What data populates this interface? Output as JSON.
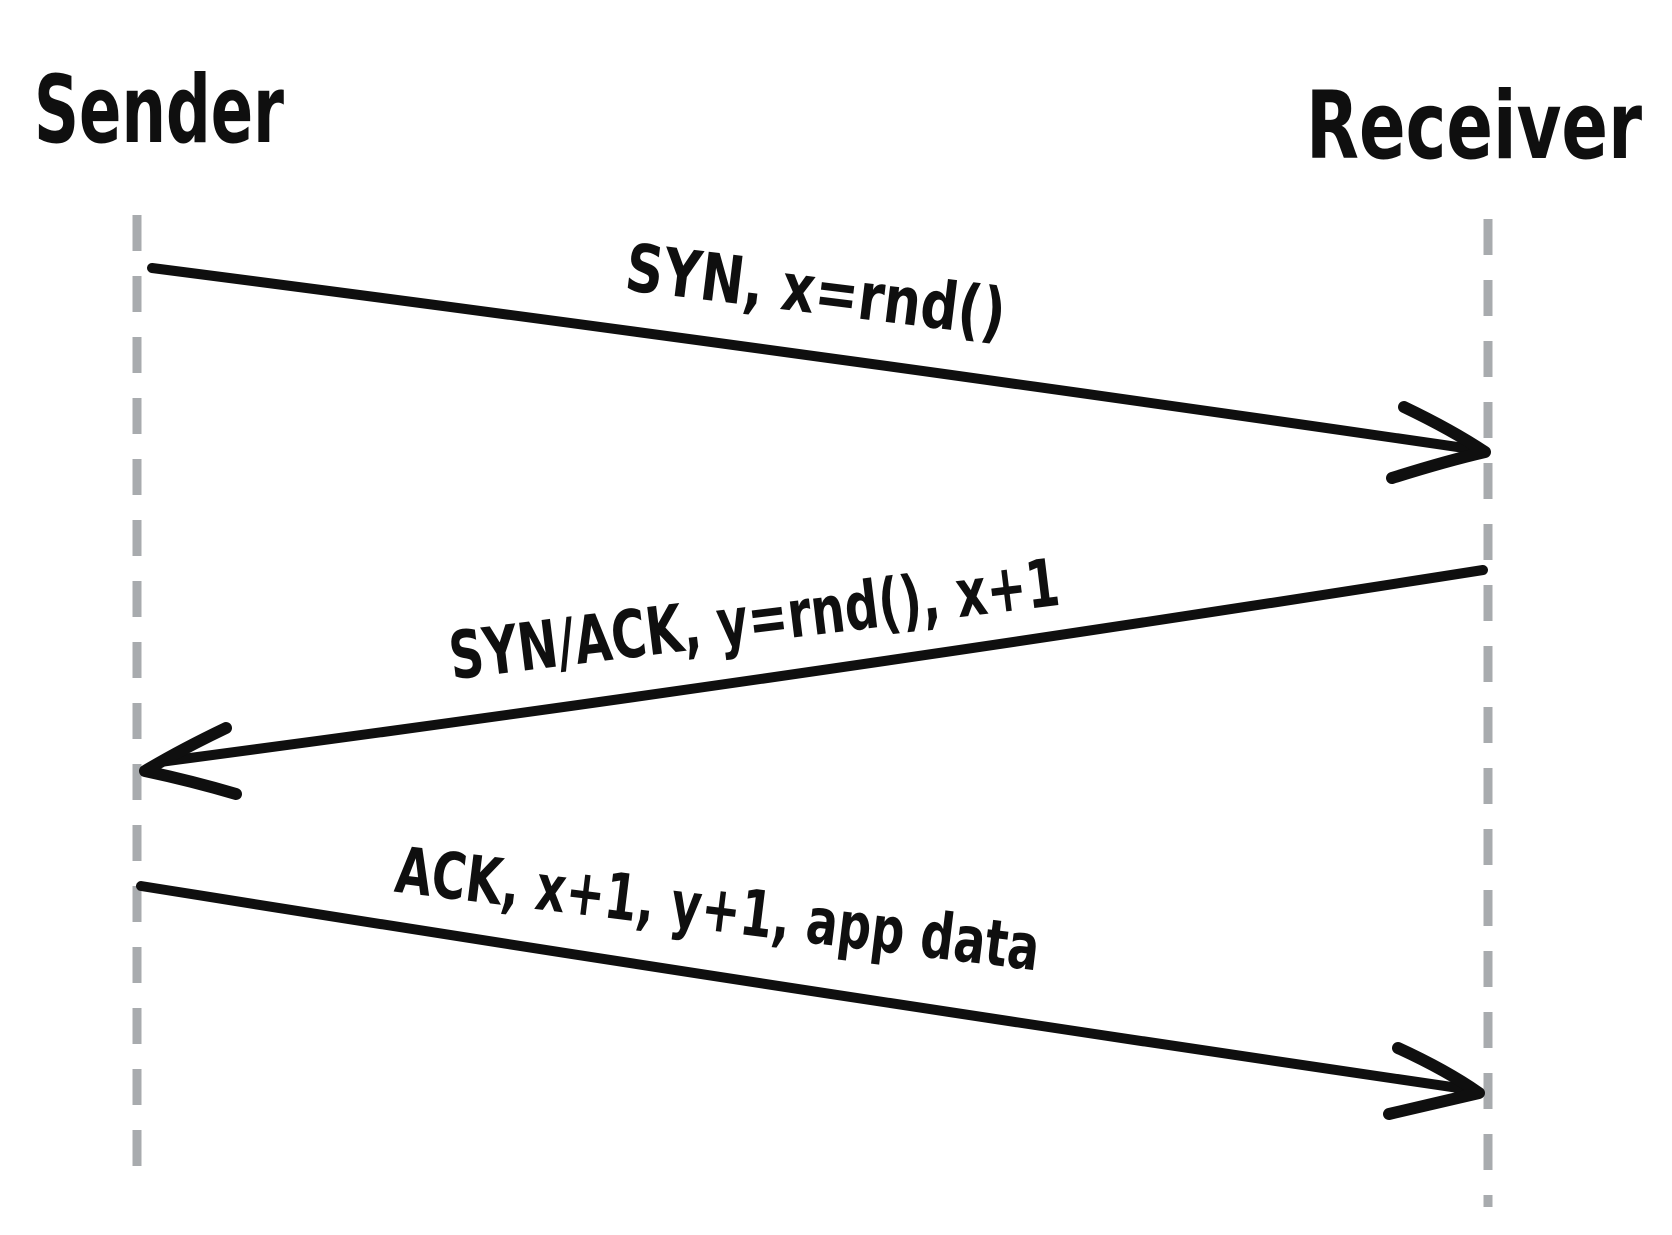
{
  "diagram": {
    "type": "sequence",
    "actors": [
      {
        "name": "Sender"
      },
      {
        "name": "Receiver"
      }
    ],
    "messages": [
      {
        "from": "Sender",
        "to": "Receiver",
        "label": "SYN, x=rnd()"
      },
      {
        "from": "Receiver",
        "to": "Sender",
        "label": "SYN/ACK, y=rnd(), x+1"
      },
      {
        "from": "Sender",
        "to": "Receiver",
        "label": "ACK, x+1, y+1, app data"
      }
    ],
    "colors": {
      "ink": "#0f0f0f",
      "lifeline": "#a8abae",
      "background": "#ffffff"
    }
  }
}
